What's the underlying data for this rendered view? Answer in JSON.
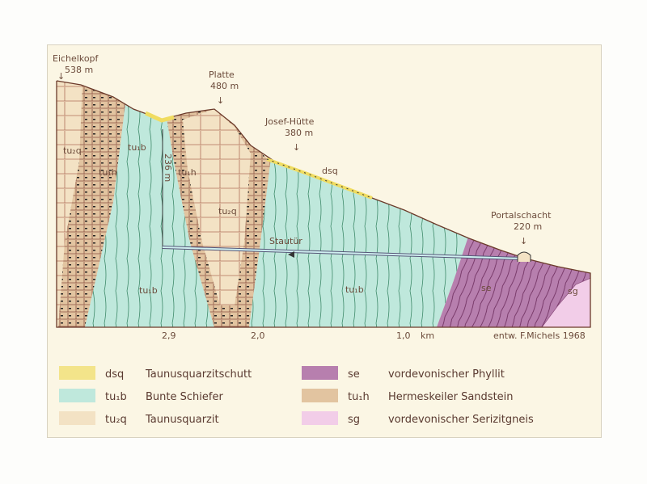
{
  "places": [
    {
      "name": "Eichelkopf",
      "elev": "538 m"
    },
    {
      "name": "Platte",
      "elev": "480 m"
    },
    {
      "name": "Josef-Hütte",
      "elev": "380 m"
    },
    {
      "name": "Portalschacht",
      "elev": "220 m"
    }
  ],
  "section_labels": {
    "tu2q_left": "tu₂q",
    "tu1h_left": "tu₁h",
    "tu1b_upper": "tu₁b",
    "tu1h_mid": "tu₁h",
    "tu2q_mid": "tu₂q",
    "tu1b_lower": "tu₁b",
    "tu1b_right": "tu₁b",
    "dsq": "dsq",
    "se": "se",
    "sg": "sg",
    "shaft_depth": "236 m",
    "door": "Stautür"
  },
  "axis": {
    "ticks": [
      "2,9",
      "2,0",
      "1,0"
    ],
    "unit": "km",
    "credit": "entw. F.Michels 1968"
  },
  "legend": [
    {
      "code": "dsq",
      "name": "Taunusquarzitschutt",
      "color": "#f3e48a"
    },
    {
      "code": "tu₁b",
      "name": "Bunte Schiefer",
      "color": "#bfe8dc"
    },
    {
      "code": "tu₂q",
      "name": "Taunusquarzit",
      "color": "#f3e2c4"
    },
    {
      "code": "se",
      "name": "vordevonischer Phyllit",
      "color": "#b77fae"
    },
    {
      "code": "tu₁h",
      "name": "Hermeskeiler Sandstein",
      "color": "#e2c4a0"
    },
    {
      "code": "sg",
      "name": "vordevonischer Serizitgneis",
      "color": "#f2cde8"
    }
  ]
}
